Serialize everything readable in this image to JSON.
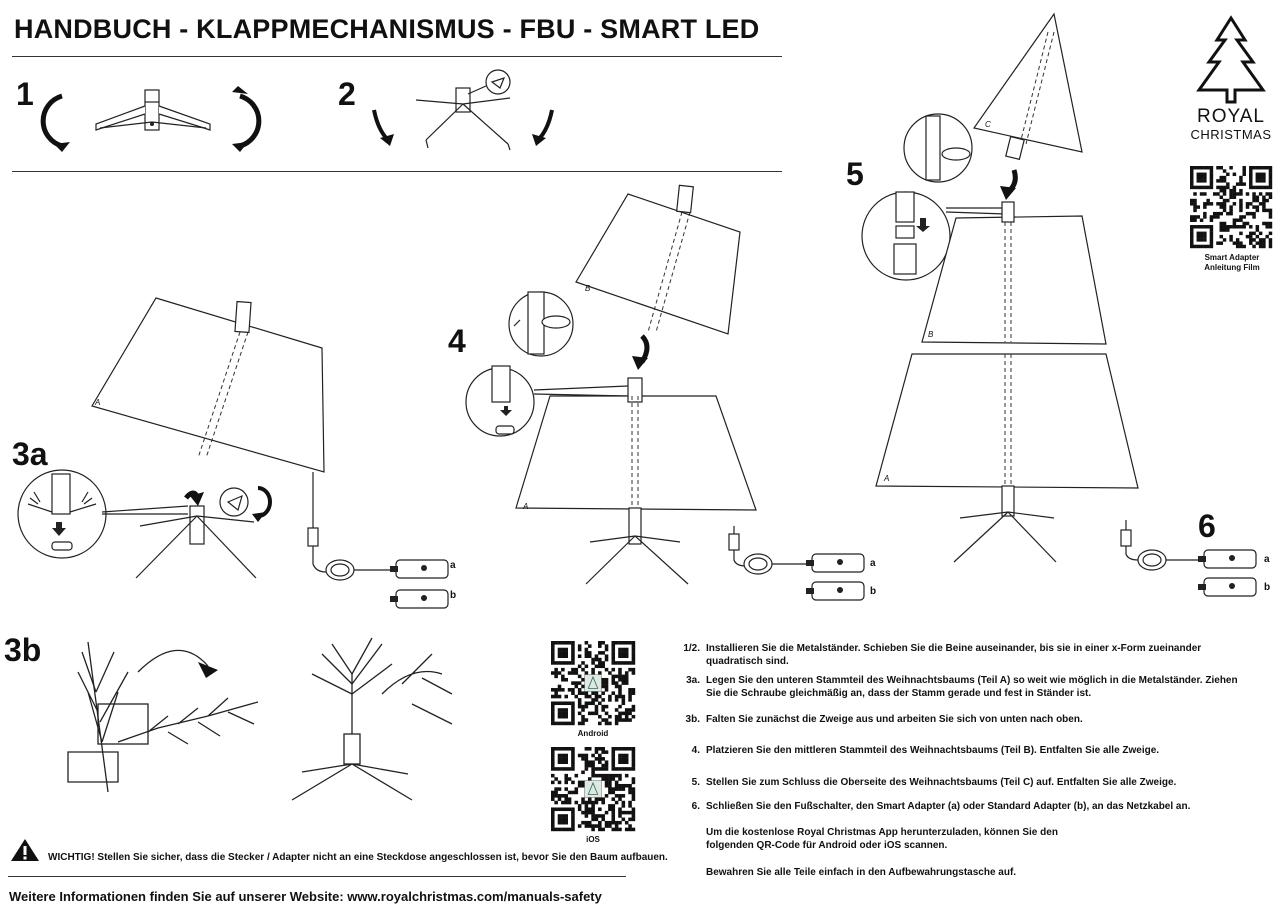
{
  "title": "HANDBUCH - KLAPPMECHANISMUS - FBU - SMART LED",
  "brand": {
    "name": "ROYAL",
    "sub": "CHRISTMAS"
  },
  "qr_top_caption": [
    "Smart Adapter",
    "Anleitung Film"
  ],
  "steps": {
    "s1": "1",
    "s2": "2",
    "s3a": "3a",
    "s3b": "3b",
    "s4": "4",
    "s5": "5",
    "s6": "6"
  },
  "diagram_labels": {
    "part_a": "A",
    "part_b": "B",
    "part_c": "C",
    "adapter_a": "a",
    "adapter_b": "b"
  },
  "qr_android": "Android",
  "qr_ios": "iOS",
  "instructions": [
    {
      "num": "1/2.",
      "text": "Installieren Sie die Metalständer. Schieben Sie die Beine auseinander, bis sie in einer x-Form zueinander quadratisch sind."
    },
    {
      "num": "3a.",
      "text": "Legen Sie den unteren Stammteil des Weihnachtsbaums (Teil A) so weit wie möglich in die Metalständer. Ziehen Sie die Schraube gleichmäßig an, dass der Stamm gerade und fest in Ständer ist."
    },
    {
      "num": "3b.",
      "text": "Falten Sie zunächst die Zweige aus und arbeiten Sie sich von unten nach oben."
    },
    {
      "num": "4.",
      "text": "Platzieren Sie den mittleren Stammteil des Weihnachtsbaums (Teil B). Entfalten Sie alle Zweige."
    },
    {
      "num": "5.",
      "text": "Stellen Sie zum Schluss die Oberseite des Weihnachtsbaums (Teil C) auf. Entfalten Sie alle Zweige."
    },
    {
      "num": "6.",
      "text": "Schließen Sie den Fußschalter, den Smart Adapter (a) oder Standard Adapter (b), an das Netzkabel an."
    }
  ],
  "app_note": "Um die kostenlose Royal Christmas App herunterzuladen, können Sie den folgenden QR-Code für Android oder iOS scannen.",
  "storage_note": "Bewahren Sie alle Teile einfach in den Aufbewahrungstasche auf.",
  "warning": "WICHTIG! Stellen Sie sicher, dass die Stecker / Adapter nicht an eine Steckdose angeschlossen ist, bevor Sie den Baum aufbauen.",
  "website": "Weitere Informationen finden Sie auf unserer Website: www.royalchristmas.com/manuals-safety",
  "icons": [
    "tree-logo-icon",
    "qr-code-icon",
    "warning-icon",
    "rotate-arrow-icon",
    "down-arrow-icon"
  ]
}
